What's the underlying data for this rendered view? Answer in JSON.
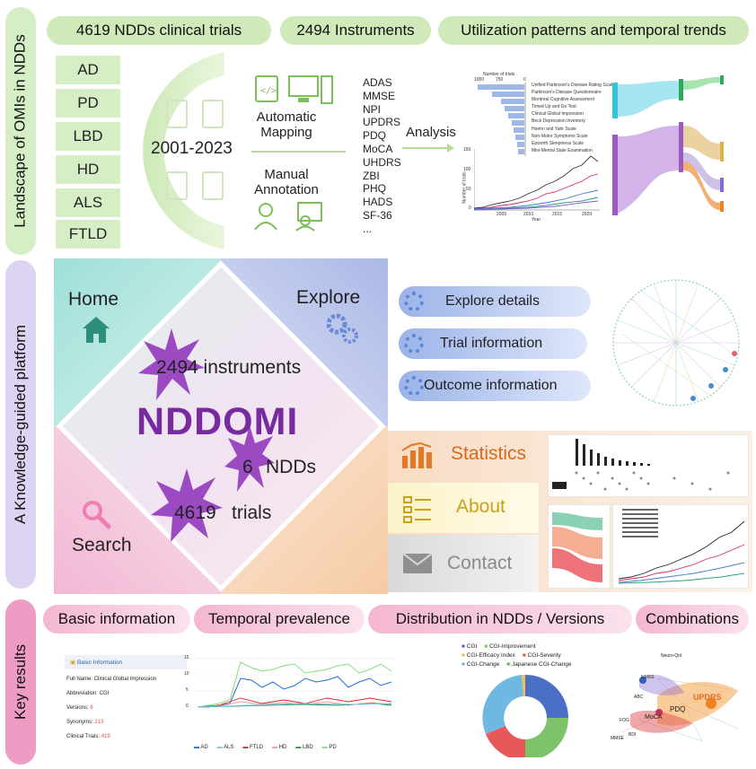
{
  "colors": {
    "green_light": "#d6eec6",
    "green_pill": "#cfeab8",
    "blue_panel": "#c9d3ee",
    "teal_panel": "#bfe8e0",
    "pink_panel": "#f4cce0",
    "orange_panel": "#f7dcc3",
    "purple_brand": "#7a2aa0"
  },
  "sections": {
    "landscape_label": "Landscape of OMIs in NDDs",
    "platform_label": "A Knowledge-guided platform",
    "results_label": "Key results"
  },
  "top": {
    "pills": [
      "4619 NDDs clinical trials",
      "2494 Instruments",
      "Utilization patterns and temporal trends"
    ],
    "ndds": [
      "AD",
      "PD",
      "LBD",
      "HD",
      "ALS",
      "FTLD"
    ],
    "years": "2001-2023",
    "auto_label": "Automatic\nMapping",
    "manual_label": "Manual\nAnnotation",
    "instruments": [
      "ADAS",
      "MMSE",
      "NPI",
      "UPDRS",
      "PDQ",
      "MoCA",
      "UHDRS",
      "ZBI",
      "PHQ",
      "HADS",
      "SF-36",
      "..."
    ],
    "analysis_label": "Analysis",
    "bar_chart": {
      "title": "Number of trials",
      "ticks": [
        "1000",
        "750",
        "0"
      ],
      "legend": [
        "Unified Parkinson's Disease Rating Scale",
        "Parkinson's Disease Questionnaire",
        "Montreal Cognitive Assessment",
        "Timed Up and Go Test",
        "Clinical Global Impression",
        "Beck Depression Inventory",
        "Hoehn and Yahr Scale",
        "Non-Motor Symptoms Scale",
        "Epworth Sleepiness Scale",
        "Mini-Mental State Examination"
      ]
    },
    "line_chart": {
      "ylabel": "Number of trials",
      "xlabel": "Year",
      "yticks": [
        "150",
        "100",
        "50",
        "0"
      ],
      "xticks": [
        "2005",
        "2010",
        "2015",
        "2020"
      ]
    }
  },
  "platform": {
    "home": "Home",
    "explore": "Explore",
    "search": "Search",
    "brand": "NDDOMI",
    "stat1": "2494 instruments",
    "stat2_num": "6",
    "stat2_label": "NDDs",
    "stat3_num": "4619",
    "stat3_label": "trials",
    "explore_items": [
      "Explore details",
      "Trial information",
      "Outcome information"
    ],
    "menu": [
      "Statistics",
      "About",
      "Contact"
    ]
  },
  "results": {
    "pills": [
      "Basic information",
      "Temporal prevalence",
      "Distribution in NDDs / Versions",
      "Combinations"
    ],
    "basic": {
      "header": "Basic Information",
      "rows": [
        {
          "k": "Full Name:",
          "v": "Clinical Global Impression"
        },
        {
          "k": "Abbreviation:",
          "v": "CGI"
        },
        {
          "k": "Versions:",
          "v": "6"
        },
        {
          "k": "Synonyms:",
          "v": "213"
        },
        {
          "k": "Clinical Trials:",
          "v": "419"
        }
      ]
    },
    "temporal": {
      "yticks": [
        "15",
        "10",
        "5",
        "0"
      ],
      "legend": [
        "AD",
        "ALS",
        "FTLD",
        "HD",
        "LBD",
        "PD"
      ],
      "legend_colors": [
        "#1f6fd1",
        "#7fc1ef",
        "#e0262b",
        "#f19ba0",
        "#1a9c3d",
        "#86dc84"
      ]
    },
    "donut": {
      "legend": [
        "CGI",
        "CGI-Improvement",
        "CGI-Efficacy Index",
        "CGI-Severity",
        "CGI-Change",
        "Japanese CGI-Change"
      ],
      "colors": [
        "#4a6fc4",
        "#7cc36a",
        "#f2c24b",
        "#e8575a",
        "#6fb8e3",
        "#5bb56b"
      ]
    },
    "network": {
      "labels": [
        "UPDRS",
        "PDQ",
        "MoCA",
        "NMSS",
        "Neuro-Qol",
        "ABC",
        "FOG",
        "BDI",
        "MMSE"
      ]
    }
  }
}
